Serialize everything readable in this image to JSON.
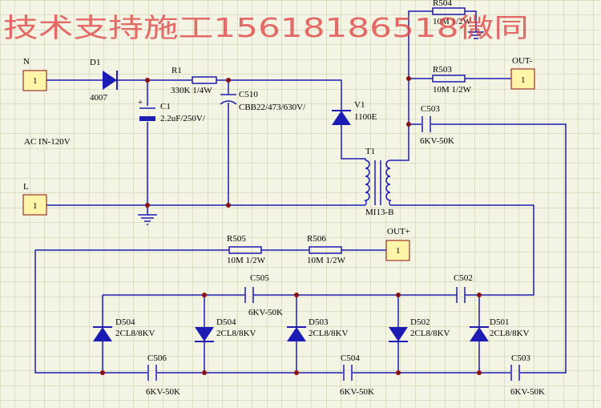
{
  "watermark": "技术支持施工15618186518微同",
  "ports": {
    "n": {
      "label": "N",
      "pin": "1"
    },
    "l": {
      "label": "L",
      "pin": "1"
    },
    "out_minus": {
      "label": "OUT-",
      "pin": "1"
    },
    "out_plus": {
      "label": "OUT+",
      "pin": "1"
    }
  },
  "input_label": "AC IN-120V",
  "components": {
    "d1": {
      "ref": "D1",
      "value": "4007"
    },
    "r1": {
      "ref": "R1",
      "value": "330K 1/4W"
    },
    "c1": {
      "ref": "C1",
      "value": "2.2uF/250V/"
    },
    "c510": {
      "ref": "C510",
      "value": "CBB22/473/630V/"
    },
    "v1": {
      "ref": "V1",
      "value": "1100E"
    },
    "t1": {
      "ref": "T1",
      "value": "MI13-B"
    },
    "r504": {
      "ref": "R504",
      "value": "10M 1/2W"
    },
    "r503": {
      "ref": "R503",
      "value": "10M 1/2W"
    },
    "c503_top": {
      "ref": "C503",
      "value": "6KV-50K"
    },
    "r505": {
      "ref": "R505",
      "value": "10M 1/2W"
    },
    "r506": {
      "ref": "R506",
      "value": "10M 1/2W"
    },
    "c505": {
      "ref": "C505",
      "value": "6KV-50K"
    },
    "c502": {
      "ref": "C502",
      "value": ""
    },
    "d504a": {
      "ref": "D504",
      "value": "2CL8/8KV"
    },
    "d504b": {
      "ref": "D504",
      "value": "2CL8/8KV"
    },
    "d503": {
      "ref": "D503",
      "value": "2CL8/8KV"
    },
    "d502": {
      "ref": "D502",
      "value": "2CL8/8KV"
    },
    "d501": {
      "ref": "D501",
      "value": "2CL8/8KV"
    },
    "c506": {
      "ref": "C506",
      "value": "6KV-50K"
    },
    "c504": {
      "ref": "C504",
      "value": "6KV-50K"
    },
    "c503_bottom": {
      "ref": "C503",
      "value": "6KV-50K"
    }
  },
  "colors": {
    "wire": "#1c1cb4",
    "component": "#1c1cb4",
    "junction": "#8a1010",
    "grid": "#c9c9a8",
    "port_fill": "#fff5a8",
    "watermark": "#e04848",
    "background": "#f4f4e4"
  }
}
